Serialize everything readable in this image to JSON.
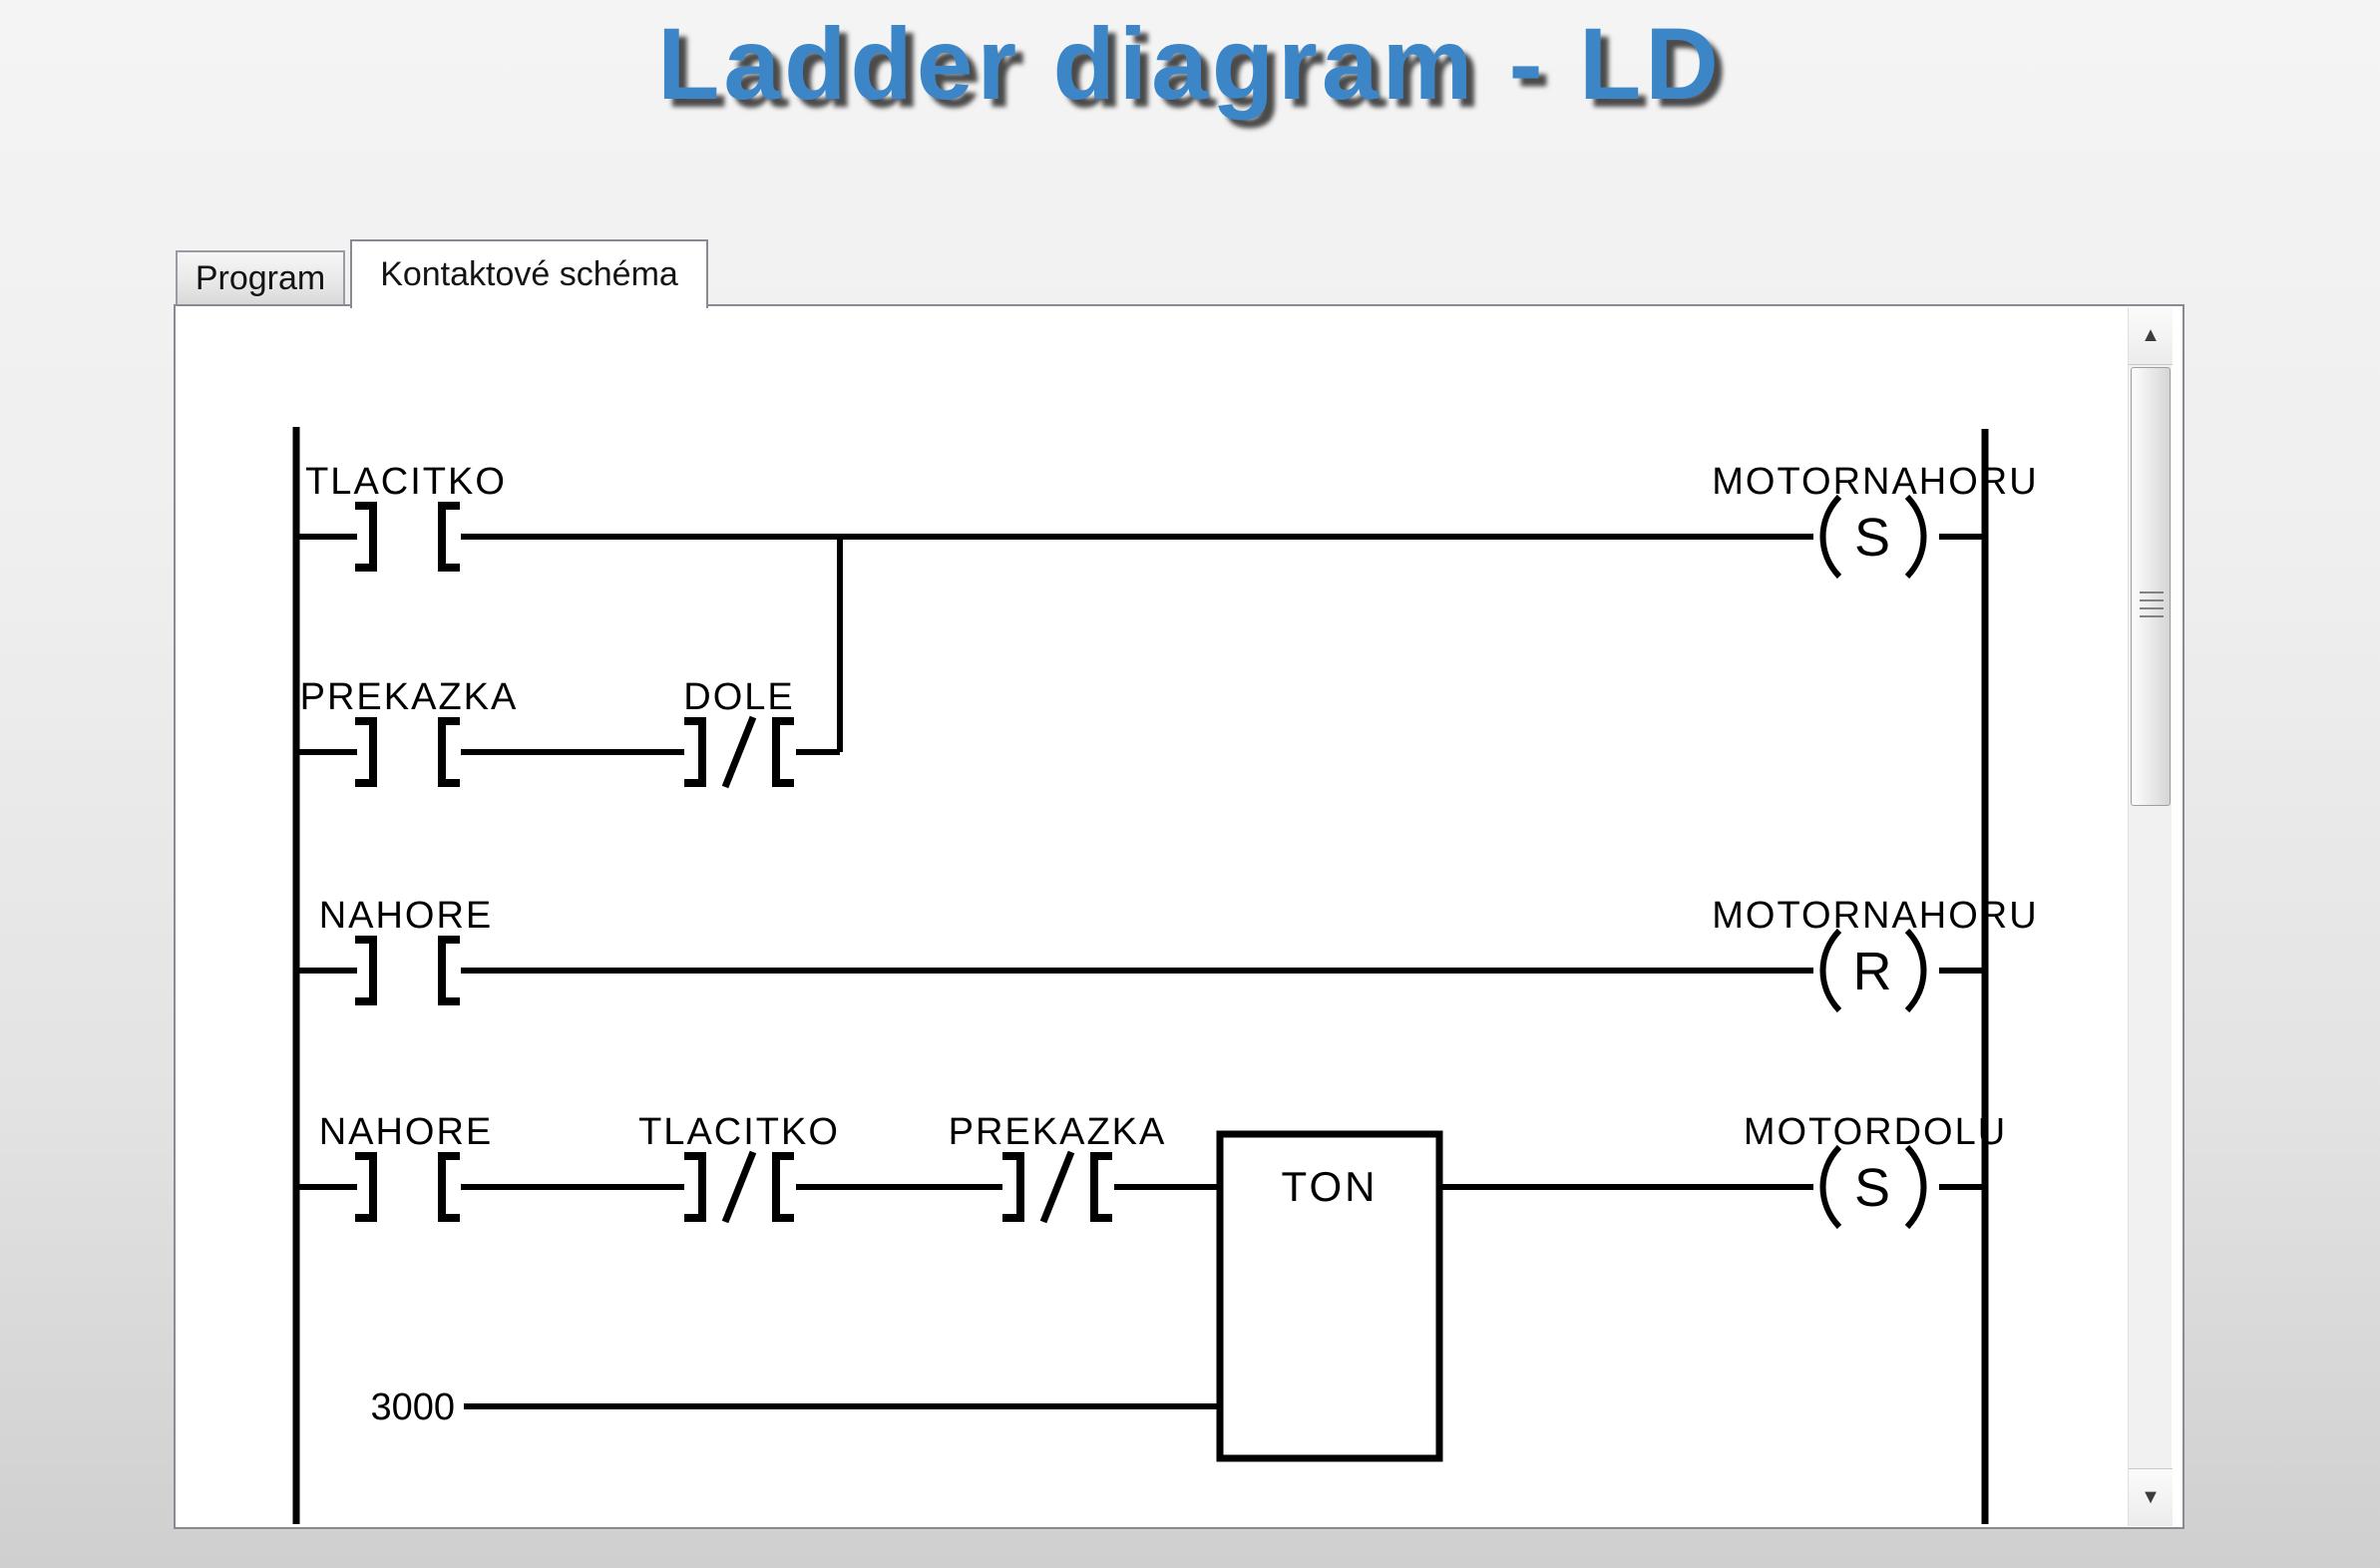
{
  "slide": {
    "title": "Ladder diagram - LD"
  },
  "window": {
    "tabs": [
      {
        "label": "Program",
        "active": false
      },
      {
        "label": "Kontaktové schéma",
        "active": true
      }
    ]
  },
  "ladder": {
    "rung1": {
      "contact1": "TLACITKO",
      "coil_label": "MOTORNAHORU",
      "coil_letter": "S"
    },
    "branch": {
      "contact1": "PREKAZKA",
      "contact2": "DOLE"
    },
    "rung2": {
      "contact1": "NAHORE",
      "coil_label": "MOTORNAHORU",
      "coil_letter": "R"
    },
    "rung3": {
      "contact1": "NAHORE",
      "contact2": "TLACITKO",
      "contact3": "PREKAZKA",
      "timer_label": "TON",
      "timer_param": "3000",
      "coil_label": "MOTORDOLU",
      "coil_letter": "S"
    }
  },
  "scrollbar": {
    "up_arrow": "▲",
    "down_arrow": "▼"
  },
  "colors": {
    "title": "#3c86c8",
    "diagram_line": "#000000",
    "panel_bg": "#ffffff"
  }
}
